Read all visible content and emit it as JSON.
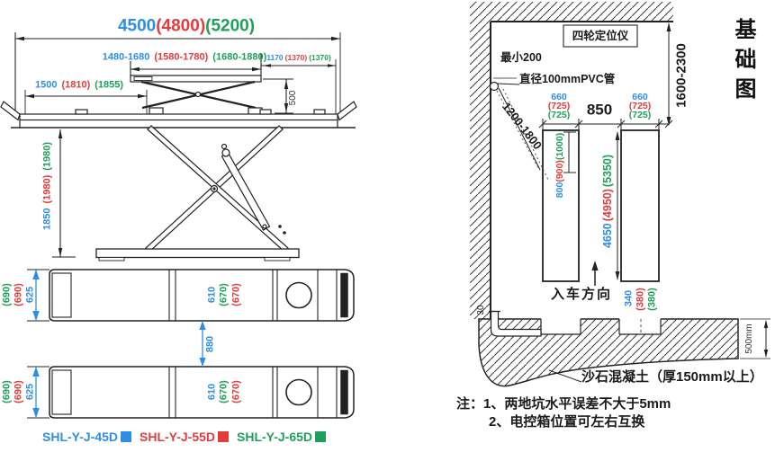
{
  "colors": {
    "blue": "#2e8ee6",
    "red": "#e23c3c",
    "green": "#1fa05a",
    "line": "#222222"
  },
  "elevation": {
    "overall": [
      {
        "c": "blue",
        "t": "4500"
      },
      {
        "c": "red",
        "t": "(4800)"
      },
      {
        "c": "green",
        "t": "(5200)"
      }
    ],
    "upper_platform": [
      {
        "c": "blue",
        "t": "1480-1680"
      },
      {
        "c": "red",
        "t": "(1580-1780)"
      },
      {
        "c": "green",
        "t": "(1680-1880)"
      }
    ],
    "right_offset": [
      {
        "c": "blue",
        "t": "1170"
      },
      {
        "c": "red",
        "t": "(1370)"
      },
      {
        "c": "green",
        "t": "(1370)"
      }
    ],
    "front_platform": [
      {
        "c": "blue",
        "t": "1500"
      },
      {
        "c": "red",
        "t": "(1810)"
      },
      {
        "c": "green",
        "t": "(1855)"
      }
    ],
    "stroke": "500",
    "lift_height": [
      {
        "c": "blue",
        "t": "1850"
      },
      {
        "c": "red",
        "t": "(1980)"
      },
      {
        "c": "green",
        "t": "(1980)"
      }
    ]
  },
  "top_view": {
    "outer_width": [
      {
        "c": "green",
        "t": "(690)"
      },
      {
        "c": "red",
        "t": "(690)"
      },
      {
        "c": "blue",
        "t": "625"
      }
    ],
    "inner_width": [
      {
        "c": "blue",
        "t": "610"
      },
      {
        "c": "green",
        "t": "(670)"
      },
      {
        "c": "red",
        "t": "(670)"
      }
    ],
    "gap": "880"
  },
  "legend": [
    {
      "label": "SHL-Y-J-45D",
      "color": "#2e8ee6"
    },
    {
      "label": "SHL-Y-J-55D",
      "color": "#e23c3c"
    },
    {
      "label": "SHL-Y-J-65D",
      "color": "#1fa05a"
    }
  ],
  "foundation": {
    "title": "基础图",
    "aligner": "四轮定位仪",
    "ceiling_range": "1600-2300",
    "min_clearance": "最小200",
    "pipe": "直径100mmPVC管",
    "pipe_run": "1200-1800",
    "pit_gap": "850",
    "pit_width": [
      {
        "c": "blue",
        "t": "660"
      },
      {
        "c": "red",
        "t": "(725)"
      },
      {
        "c": "green",
        "t": "(725)"
      }
    ],
    "pit_inset": [
      {
        "c": "blue",
        "t": "800"
      },
      {
        "c": "red",
        "t": "(900)"
      },
      {
        "c": "green",
        "t": "(1000)"
      }
    ],
    "pit_length": [
      {
        "c": "blue",
        "t": "4650"
      },
      {
        "c": "red",
        "t": "(4950)"
      },
      {
        "c": "green",
        "t": "(5350)"
      }
    ],
    "drive_direction": "入车方向",
    "rear_offset": [
      {
        "c": "blue",
        "t": "340"
      },
      {
        "c": "red",
        "t": "(380)"
      },
      {
        "c": "green",
        "t": "(380)"
      }
    ],
    "wall_offset": "30",
    "slab_depth": "500mm",
    "concrete": "沙石混凝土（厚150mm以上）",
    "notes": [
      "注：1、两地坑水平误差不大于5mm",
      "2、电控箱位置可左右互换"
    ]
  }
}
